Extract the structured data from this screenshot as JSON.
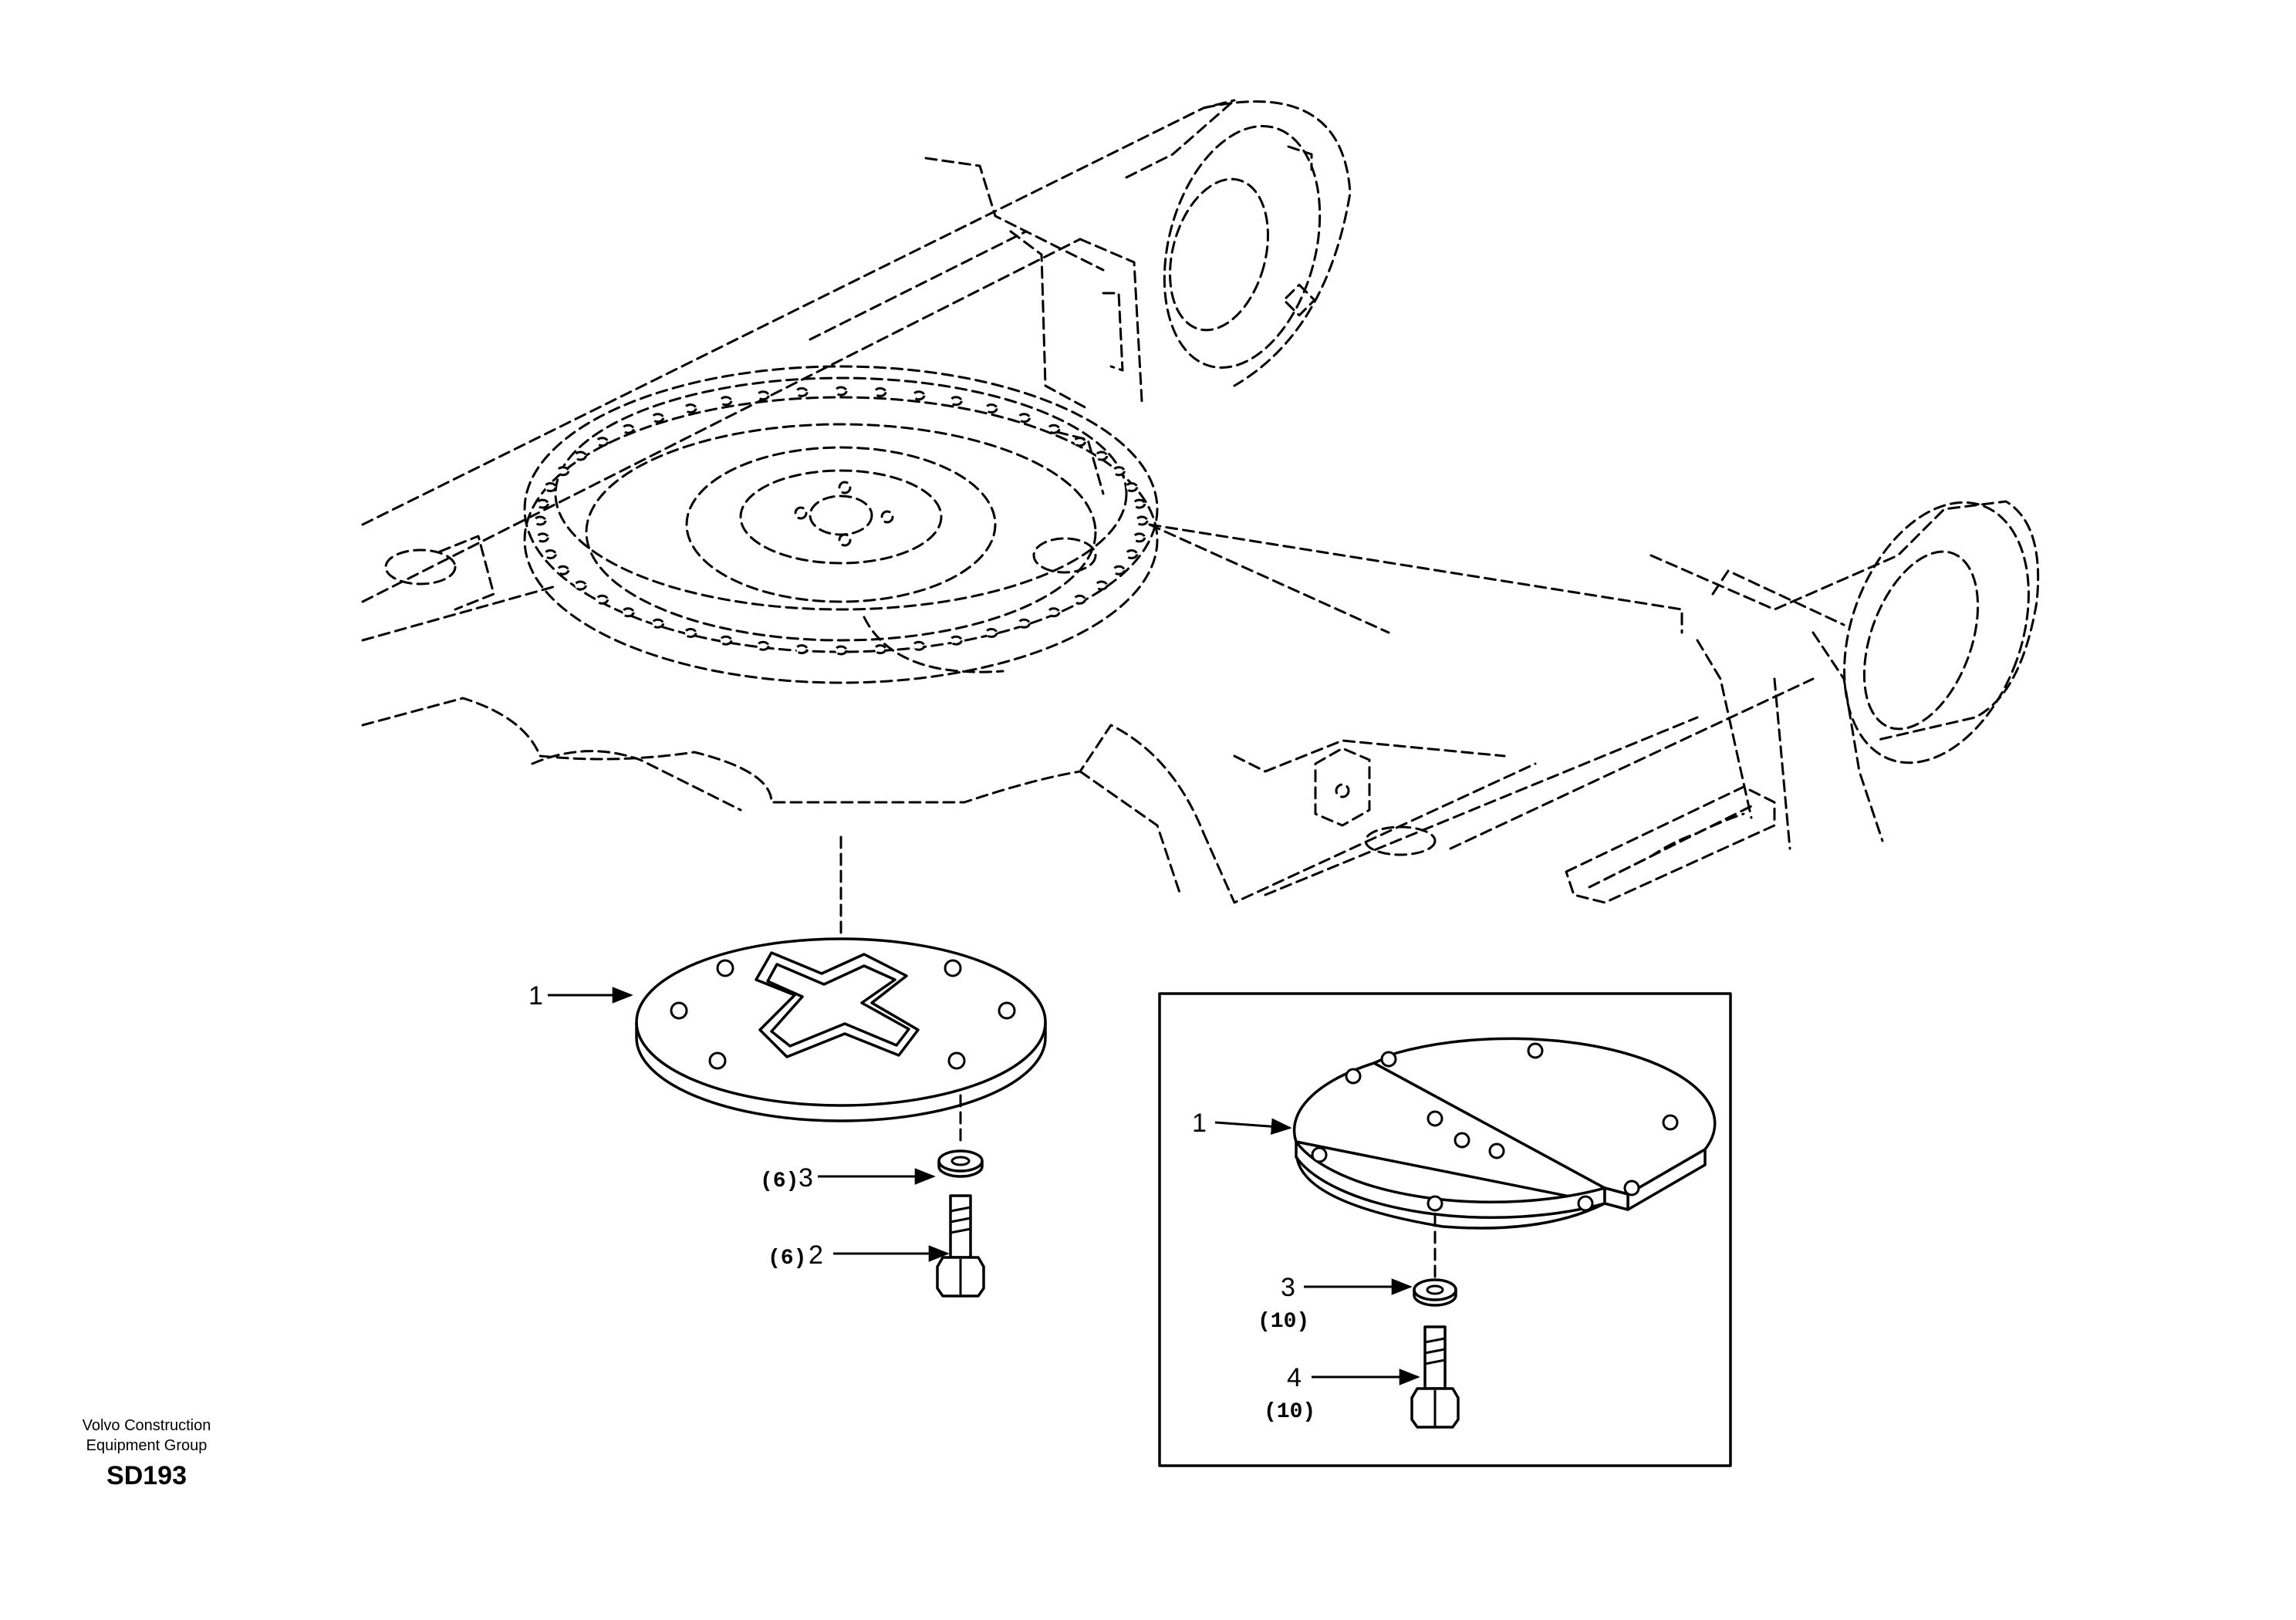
{
  "main_view": {
    "callouts": {
      "plate": {
        "number": "1",
        "qty": ""
      },
      "washer": {
        "number": "3",
        "qty": "(6)"
      },
      "bolt": {
        "number": "2",
        "qty": "(6)"
      }
    }
  },
  "detail_inset": {
    "callouts": {
      "plate": {
        "number": "1",
        "qty": ""
      },
      "washer": {
        "number": "3",
        "qty": "(10)"
      },
      "bolt": {
        "number": "4",
        "qty": "(10)"
      }
    }
  },
  "footer": {
    "company_line1": "Volvo Construction",
    "company_line2": "Equipment Group",
    "drawing_code": "SD193"
  },
  "icons": [
    "arrow-icon",
    "washer-icon",
    "bolt-icon",
    "cover-plate-icon",
    "split-cover-plate-icon"
  ]
}
